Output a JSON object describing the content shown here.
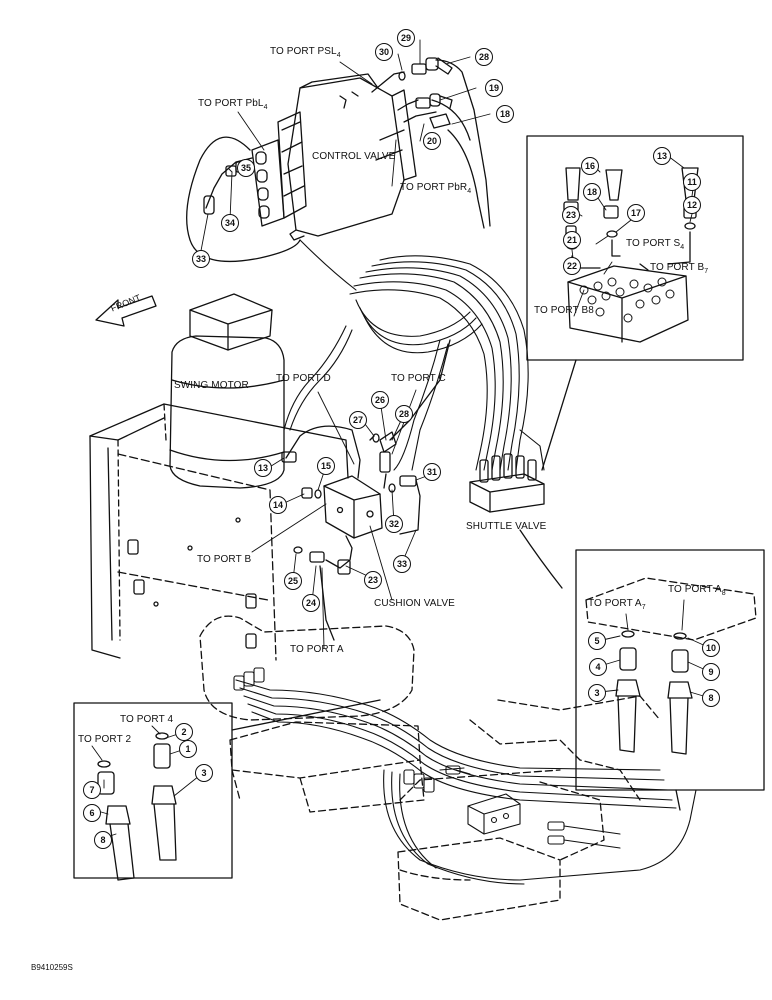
{
  "labels": {
    "port_psl4": {
      "text": "TO PORT PSL",
      "sub": "4"
    },
    "port_pbl4": {
      "text": "TO PORT PbL",
      "sub": "4"
    },
    "control_valve": {
      "text": "CONTROL VALVE"
    },
    "port_pbr4": {
      "text": "TO PORT PbR",
      "sub": "4"
    },
    "front": {
      "text": "FRONT"
    },
    "port_s4": {
      "text": "TO PORT S",
      "sub": "4"
    },
    "port_b7": {
      "text": "TO PORT B",
      "sub": "7"
    },
    "port_b8": {
      "text": "TO PORT B8"
    },
    "swing_motor": {
      "text": "SWING MOTOR"
    },
    "port_d": {
      "text": "TO PORT D"
    },
    "port_c": {
      "text": "TO PORT C"
    },
    "shuttle_valve": {
      "text": "SHUTTLE VALVE"
    },
    "port_b": {
      "text": "TO PORT B"
    },
    "cushion_valve": {
      "text": "CUSHION VALVE"
    },
    "port_a": {
      "text": "TO PORT A"
    },
    "port_a7": {
      "text": "TO PORT A",
      "sub": "7"
    },
    "port_a8": {
      "text": "TO PORT A",
      "sub": "8"
    },
    "port_4": {
      "text": "TO PORT 4"
    },
    "port_2": {
      "text": "TO PORT 2"
    }
  },
  "callouts": [
    "30",
    "29",
    "28",
    "19",
    "20",
    "18",
    "35",
    "34",
    "33",
    "23",
    "21",
    "22",
    "16",
    "18",
    "17",
    "13",
    "11",
    "12",
    "27",
    "26",
    "28",
    "13",
    "15",
    "14",
    "31",
    "32",
    "33",
    "25",
    "24",
    "23",
    "5",
    "4",
    "3",
    "10",
    "9",
    "8",
    "2",
    "1",
    "7",
    "6",
    "3",
    "8"
  ],
  "document_id": "B9410259S"
}
